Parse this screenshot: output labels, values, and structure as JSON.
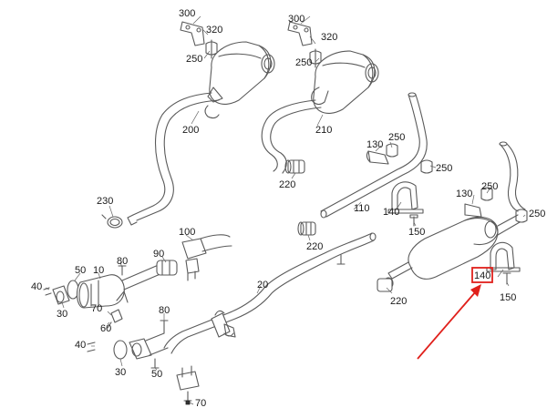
{
  "callouts": {
    "c300a": "300",
    "c320a": "320",
    "c250a": "250",
    "c200": "200",
    "c300b": "300",
    "c320b": "320",
    "c250b": "250",
    "c210": "210",
    "c220a": "220",
    "c130a": "130",
    "c250c": "250",
    "c250d": "250",
    "c110": "110",
    "c140a": "140",
    "c150a": "150",
    "c220b": "220",
    "c130b": "130",
    "c250e": "250",
    "c250f": "250",
    "c140b": "140",
    "c150b": "150",
    "c220c": "220",
    "c230": "230",
    "c100": "100",
    "c90": "90",
    "c80a": "80",
    "c50a": "50",
    "c10": "10",
    "c40a": "40",
    "c30a": "30",
    "c70a": "70",
    "c60": "60",
    "c20": "20",
    "c80b": "80",
    "c40b": "40",
    "c30b": "30",
    "c50b": "50",
    "c70b": "70"
  },
  "highlight": {
    "callout": "c140b",
    "color": "#e0201b"
  }
}
